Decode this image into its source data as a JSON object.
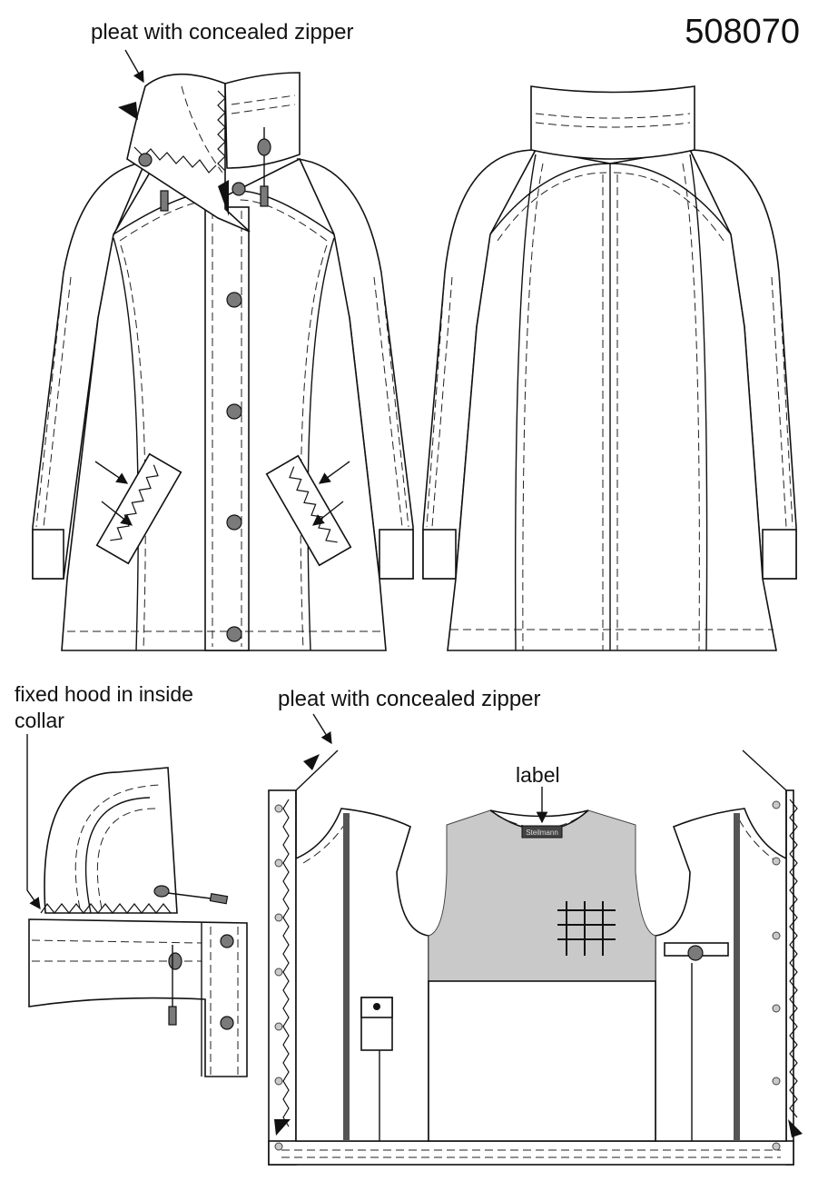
{
  "style_number": "508070",
  "annotations": {
    "pleat_top": "pleat with concealed zipper",
    "hood": "fixed hood in inside collar",
    "pleat_bottom": "pleat with concealed zipper",
    "label": "label",
    "label_tag": "Steilmann"
  },
  "colors": {
    "lining": "#c9c9c9",
    "buttons": "#7a7a7a",
    "zipper_tape": "#555555"
  }
}
